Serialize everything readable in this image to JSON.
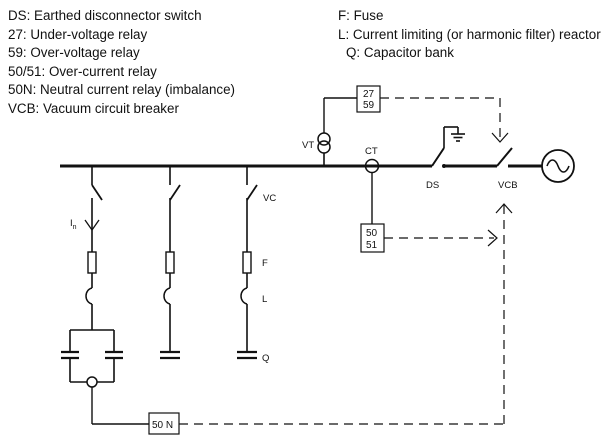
{
  "legend_left": [
    "DS: Earthed disconnector switch",
    "27: Under-voltage relay",
    "59: Over-voltage relay",
    "50/51: Over-current relay",
    "50N: Neutral current relay (imbalance)",
    "VCB: Vacuum circuit breaker"
  ],
  "legend_right": [
    "F: Fuse",
    "L: Current limiting (or harmonic filter) reactor",
    "Q: Capacitor bank"
  ],
  "labels": {
    "vt": "VT",
    "ct": "CT",
    "ds": "DS",
    "vcb": "VCB",
    "vc": "VC",
    "f": "F",
    "l": "L",
    "q": "Q",
    "in_main": "I",
    "in_sub": "n"
  },
  "relays": {
    "r27_59_top": "27",
    "r27_59_bottom": "59",
    "r50_51_top": "50",
    "r50_51_bottom": "51",
    "r50n": "50 N"
  }
}
